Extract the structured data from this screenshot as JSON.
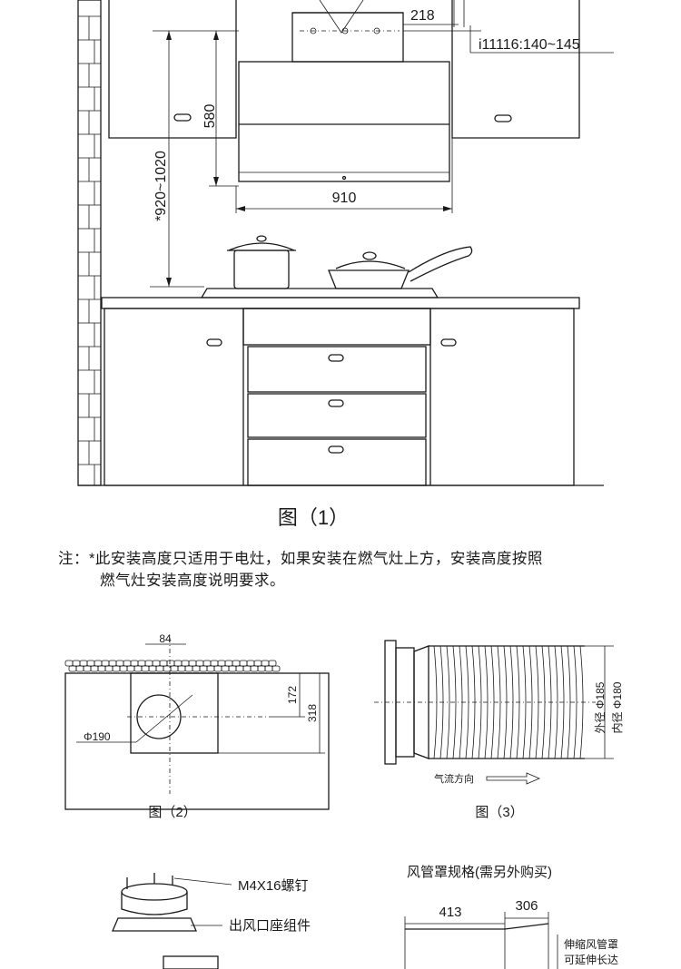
{
  "fig1": {
    "dim_218": "218",
    "dim_duct": "i11116:140~145",
    "dim_580": "580",
    "dim_height": "*920~1020",
    "dim_910": "910",
    "caption": "图（1）"
  },
  "note": {
    "line1": "注：*此安装高度只适用于电灶，如果安装在燃气灶上方，安装高度按照",
    "line2": "燃气灶安装高度说明要求。"
  },
  "fig2": {
    "dim_84": "84",
    "dim_172": "172",
    "dim_318": "318",
    "dim_phi190": "Φ190",
    "caption": "图（2）"
  },
  "fig3": {
    "outer": "外径 Φ185",
    "inner": "内径 Φ180",
    "airflow": "气流方向",
    "caption": "图（3）"
  },
  "fig4": {
    "screw": "M4X16螺钉",
    "outlet": "出风口座组件"
  },
  "fig5": {
    "title": "风管罩规格(需另外购买)",
    "dim_413": "413",
    "dim_306": "306",
    "ext1": "伸缩风管罩",
    "ext2": "可延伸长达"
  }
}
